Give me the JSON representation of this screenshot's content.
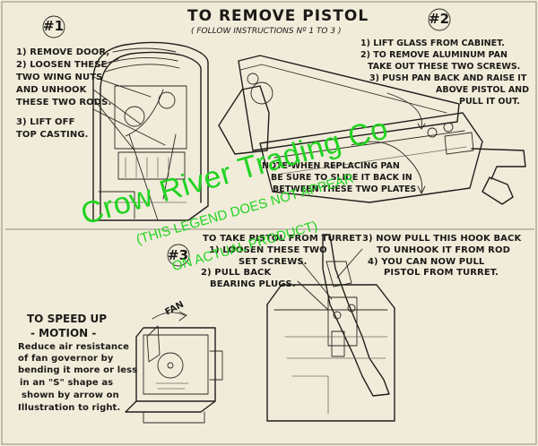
{
  "title": "TO REMOVE PISTOL",
  "subtitle": "( FOLLOW INSTRUCTIONS Nº 1 TO 3 )",
  "step1": {
    "badge": "#1",
    "lines": [
      "1) REMOVE DOOR,",
      "2) LOOSEN THESE",
      "TWO WING NUTS",
      "AND UNHOOK",
      "THESE TWO RODS."
    ],
    "lift": [
      "3) LIFT OFF",
      "TOP CASTING."
    ]
  },
  "step2": {
    "badge": "#2",
    "lines": [
      "1) LIFT GLASS FROM CABINET.",
      "2) TO REMOVE ALUMINUM PAN",
      "TAKE OUT THESE TWO SCREWS.",
      "3) PUSH PAN BACK AND RAISE IT",
      "ABOVE PISTOL AND",
      "PULL IT OUT."
    ],
    "note": [
      "NOTE-WHEN REPLACING PAN",
      "BE SURE TO SLIDE IT BACK IN",
      "BETWEEN THESE TWO PLATES"
    ]
  },
  "step3": {
    "badge": "#3",
    "left_lines": [
      "TO TAKE PISTOL FROM TURRET",
      "1) LOOSEN THESE TWO",
      "SET SCREWS.",
      "2) PULL BACK",
      "BEARING PLUGS."
    ],
    "right_lines": [
      "3) NOW PULL THIS HOOK BACK",
      "TO UNHOOK IT FROM ROD",
      "4) YOU CAN NOW PULL",
      "PISTOL FROM TURRET."
    ]
  },
  "speed": {
    "heading": [
      "TO SPEED UP",
      "- MOTION -"
    ],
    "lines": [
      "Reduce air resistance",
      "of fan governor by",
      "bending it more or less",
      "in an \"S\" shape as",
      "shown by arrow on",
      "Illustration to right."
    ],
    "fan_label": "FAN"
  },
  "watermark": {
    "line1": "Crow River Trading Co",
    "line2": "(THIS LEGEND DOES NOT APPEAR",
    "line3": "ON ACTUAL PRODUCT)",
    "color": "#21d321"
  }
}
